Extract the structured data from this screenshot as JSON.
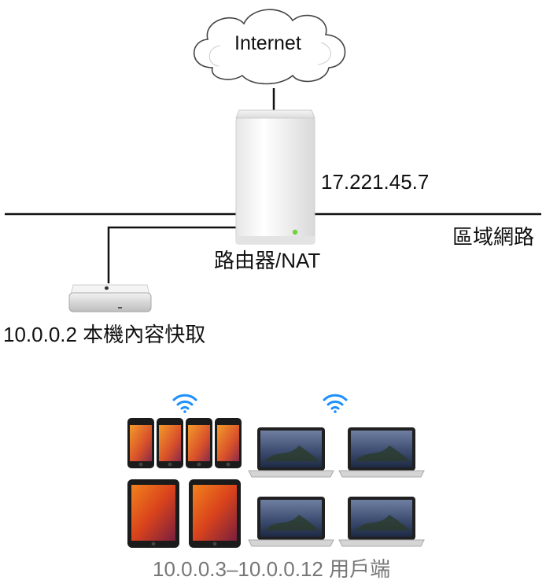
{
  "diagram": {
    "internet_label": "Internet",
    "public_ip": "17.221.45.7",
    "lan_label": "區域網路",
    "router_label": "路由器/NAT",
    "cache_label": "10.0.0.2 本機內容快取",
    "clients_label": "10.0.0.3–10.0.0.12 用戶端"
  },
  "colors": {
    "line": "#111111",
    "wifi": "#1e90ff",
    "router_led": "#6fd13b",
    "label_gray": "#777777"
  },
  "icons": {
    "cloud": "cloud-icon",
    "router": "airport-router-icon",
    "cache_server": "mac-mini-icon",
    "wifi": "wifi-icon",
    "phone": "iphone-icon",
    "tablet": "ipad-icon",
    "laptop": "macbook-icon"
  }
}
